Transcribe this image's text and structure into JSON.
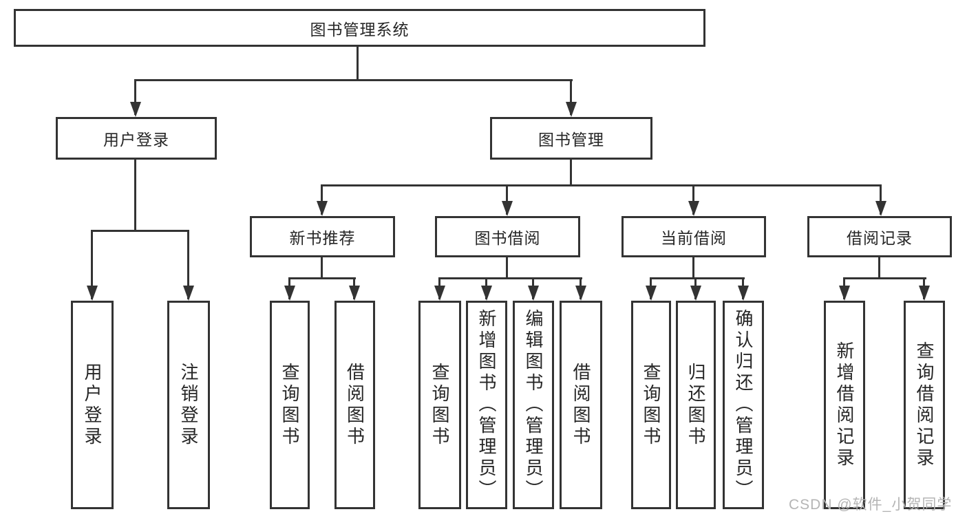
{
  "diagram": {
    "root": {
      "label": "图书管理系统"
    },
    "level2": [
      {
        "label": "用户登录"
      },
      {
        "label": "图书管理"
      }
    ],
    "level3": [
      {
        "label": "新书推荐"
      },
      {
        "label": "图书借阅"
      },
      {
        "label": "当前借阅"
      },
      {
        "label": "借阅记录"
      }
    ],
    "leaves": {
      "user_login": [
        {
          "label": "用户登录"
        },
        {
          "label": "注销登录"
        }
      ],
      "new_books": [
        {
          "label": "查询图书"
        },
        {
          "label": "借阅图书"
        }
      ],
      "book_borrow": [
        {
          "label": "查询图书"
        },
        {
          "label": "新增图书（管理员）"
        },
        {
          "label": "编辑图书（管理员）"
        },
        {
          "label": "借阅图书"
        }
      ],
      "current_borrow": [
        {
          "label": "查询图书"
        },
        {
          "label": "归还图书"
        },
        {
          "label": "确认归还（管理员）"
        }
      ],
      "borrow_records": [
        {
          "label": "新增借阅记录"
        },
        {
          "label": "查询借阅记录"
        }
      ]
    },
    "watermark": {
      "text": "CSDN @软件_小贺同学"
    },
    "colors": {
      "line": "#333333",
      "box_border": "#333333",
      "text": "#262626",
      "watermark": "#b5b5b5",
      "background": "#ffffff"
    }
  }
}
